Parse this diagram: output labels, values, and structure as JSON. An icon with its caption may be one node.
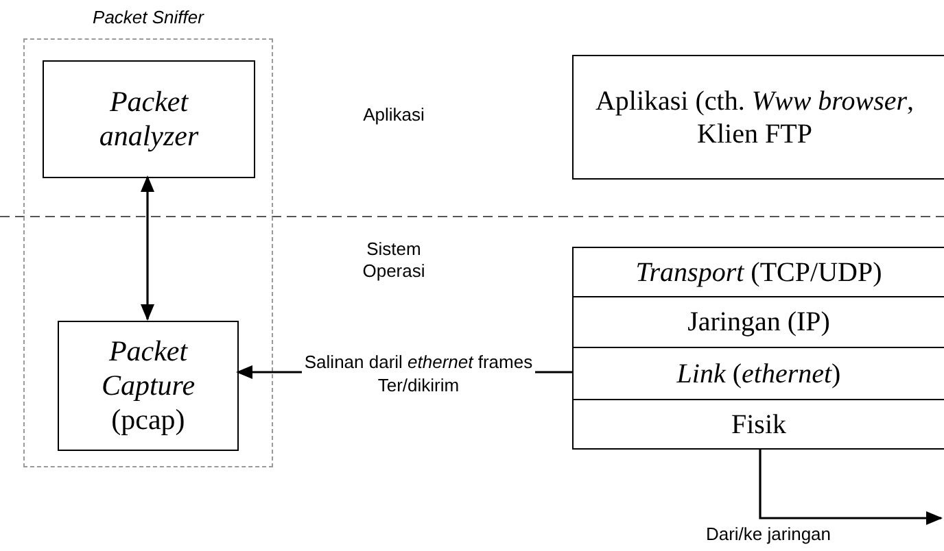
{
  "diagram": {
    "nodes": [
      {
        "text": [
          "Packet Sniffer"
        ]
      },
      {
        "text": [
          "Packet analyzer"
        ],
        "in": 0
      },
      {
        "text": [
          "*Packet Capture* (pcap)"
        ],
        "in": 0
      },
      {
        "text": [
          "Aplikasi (cth. *Www browser*, Klien FTP"
        ]
      },
      {
        "text": [
          "*Transport* (TCP/UDP)"
        ]
      },
      {
        "text": [
          "Jaringan (IP)"
        ]
      },
      {
        "text": [
          "*Link* (*ethernet*)"
        ]
      },
      {
        "text": [
          "Fisik"
        ]
      }
    ],
    "edges": [
      {
        "from": 1,
        "to": 2,
        "arrow": "both"
      },
      {
        "from": 6,
        "to": 2,
        "arrow": "to",
        "label": "Salinan daril *ethernet* frames Ter/dikirim"
      },
      {
        "from": 7,
        "to": null,
        "arrow": "to",
        "label": "Dari/ke jaringan"
      }
    ],
    "labels": [
      "Aplikasi",
      "Sistem Operasi"
    ]
  }
}
